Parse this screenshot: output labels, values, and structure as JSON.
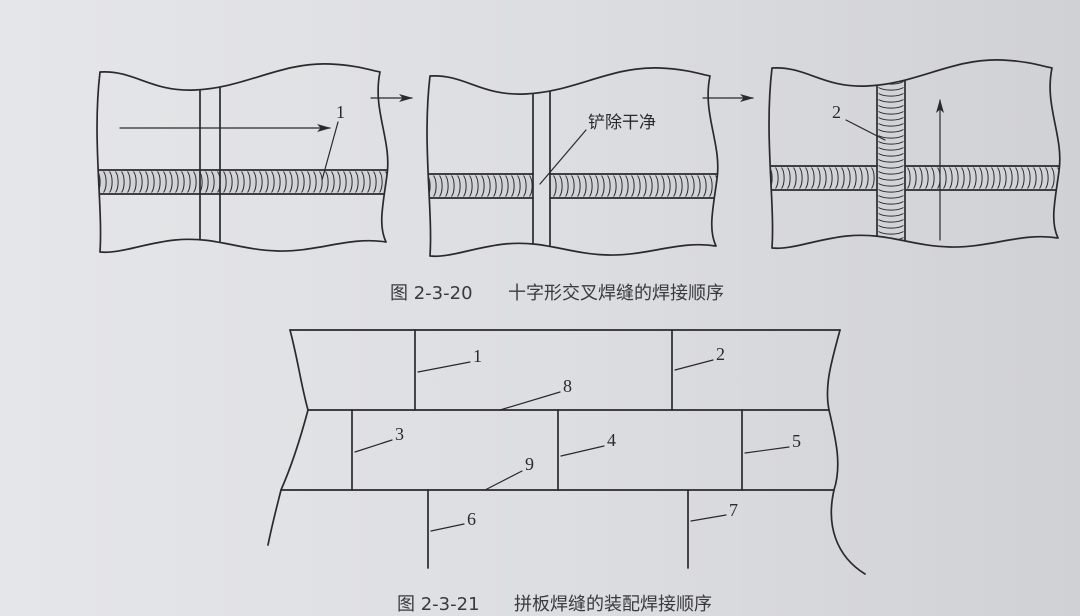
{
  "colors": {
    "ink": "#2a2a2d",
    "paper": "#dcdde0",
    "bead": "#d2d3d6"
  },
  "fig20": {
    "number": "图 2-3-20",
    "title": "十字形交叉焊缝的焊接顺序",
    "panel1_label": "1",
    "panel2_label": "铲除干净",
    "panel3_label": "2"
  },
  "fig21": {
    "number": "图 2-3-21",
    "title": "拼板焊缝的装配焊接顺序",
    "labels": [
      "1",
      "2",
      "3",
      "4",
      "5",
      "6",
      "7",
      "8",
      "9"
    ]
  }
}
